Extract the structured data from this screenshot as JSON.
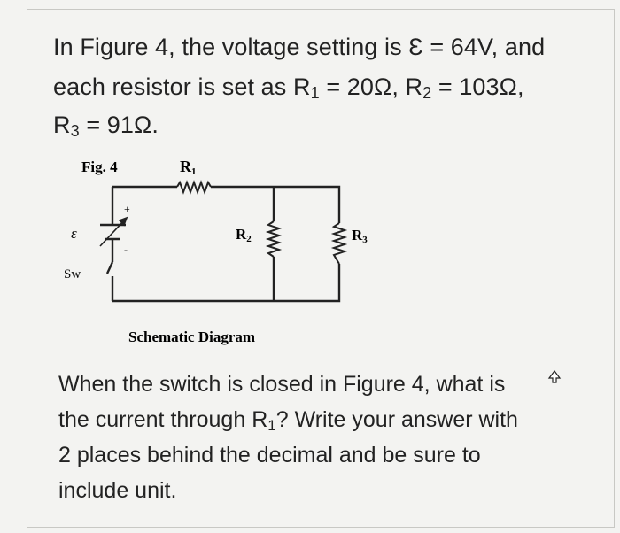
{
  "question": {
    "line1": "In Figure 4, the voltage setting is Ɛ = 64V, and",
    "line2_pre": "each resistor is set as R",
    "line2_sub1": "1",
    "line2_mid": " = 20Ω, R",
    "line2_sub2": "2",
    "line2_post": " = 103Ω,",
    "line3_pre": "R",
    "line3_sub": "3",
    "line3_post": " = 91Ω."
  },
  "figure": {
    "label": "Fig. 4",
    "r1_label": "R",
    "r1_sub": "1",
    "r2_label": "R",
    "r2_sub": "2",
    "r3_label": "R",
    "r3_sub": "3",
    "emf_label": "ε",
    "switch_label": "Sw",
    "plus_sign": "+",
    "minus_sign": "-",
    "caption": "Schematic Diagram"
  },
  "prompt": {
    "line1": "When the switch is closed in Figure 4, what is",
    "line2_pre": "the current through R",
    "line2_sub": "1",
    "line2_post": "? Write your answer with",
    "line3": "2 places behind the decimal and be sure to",
    "line4": "include unit."
  }
}
